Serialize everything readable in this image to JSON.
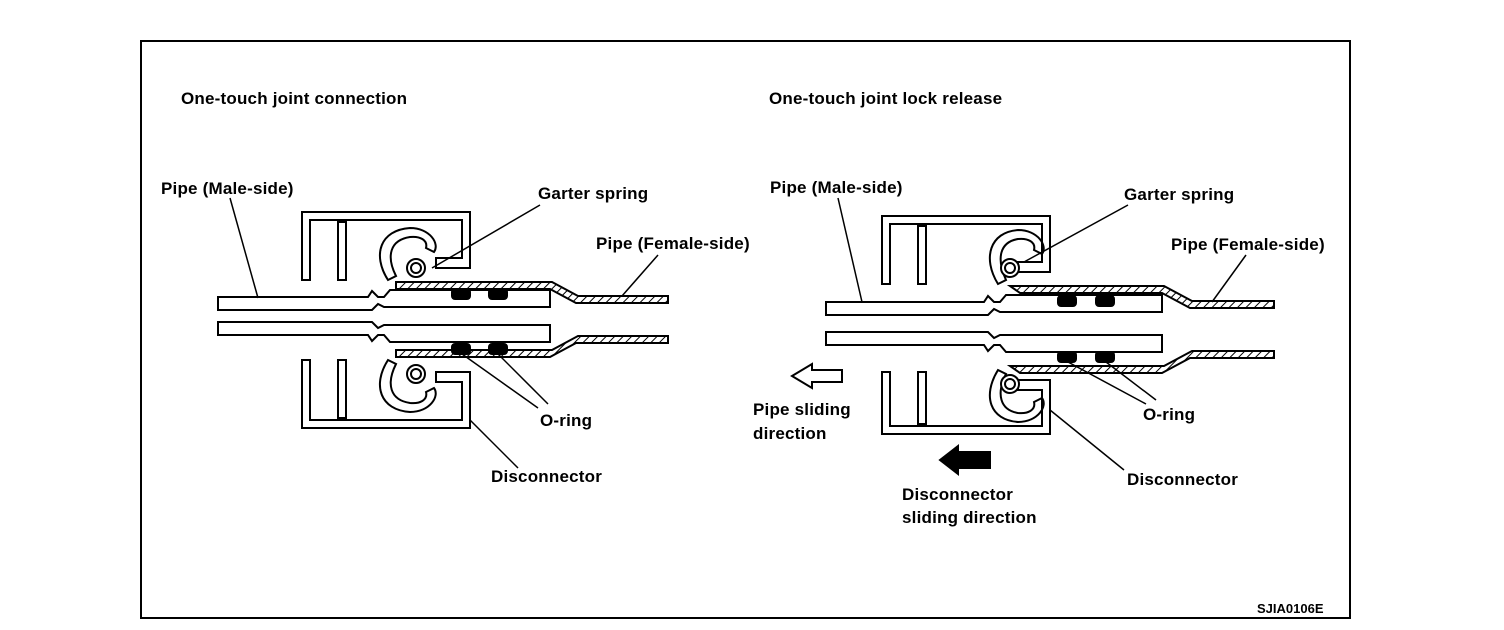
{
  "left_panel": {
    "title": "One-touch joint connection",
    "male_pipe": "Pipe (Male-side)",
    "garter_spring": "Garter spring",
    "female_pipe": "Pipe (Female-side)",
    "o_ring": "O-ring",
    "disconnector": "Disconnector"
  },
  "right_panel": {
    "title": "One-touch joint lock release",
    "male_pipe": "Pipe (Male-side)",
    "garter_spring": "Garter spring",
    "female_pipe": "Pipe (Female-side)",
    "o_ring": "O-ring",
    "disconnector": "Disconnector",
    "pipe_direction_line1": "Pipe sliding",
    "pipe_direction_line2": "direction",
    "disconnector_direction_line1": "Disconnector",
    "disconnector_direction_line2": "sliding direction"
  },
  "figure_code": "SJIA0106E"
}
